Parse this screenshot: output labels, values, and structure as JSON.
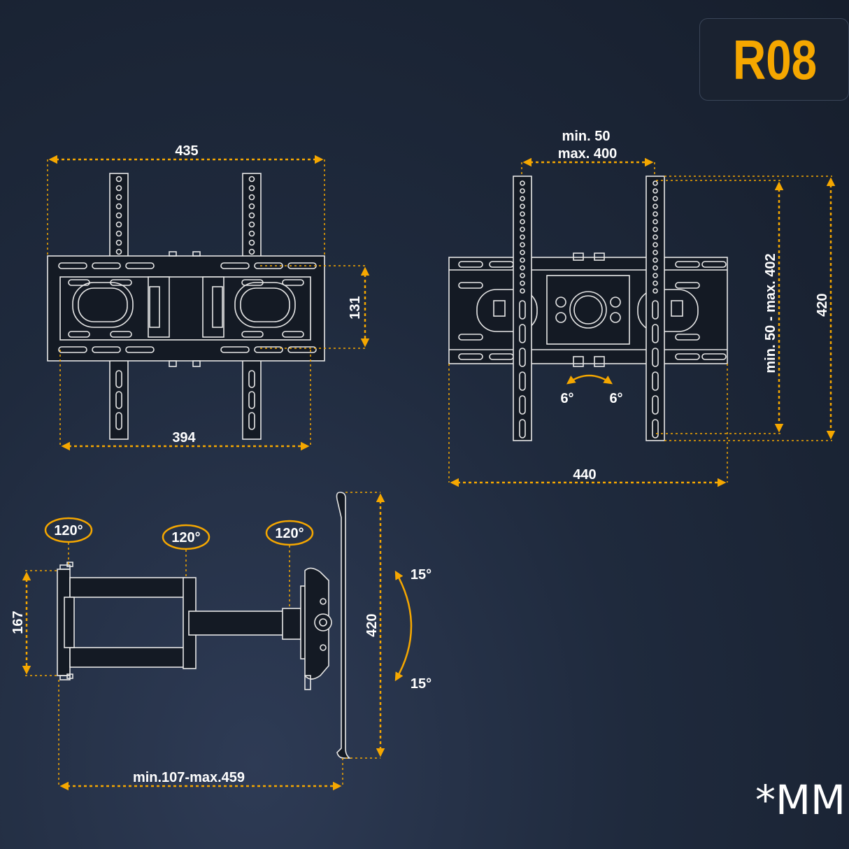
{
  "model": "R08",
  "unit_note": "*MM",
  "colors": {
    "accent": "#f5a700",
    "line": "#e6e6e6",
    "background": "#1f2a3d",
    "label": "#ffffff"
  },
  "front_view": {
    "overall_width": "435",
    "height": "131",
    "bottom_width": "394"
  },
  "back_view": {
    "vesa_horizontal_min": "min. 50",
    "vesa_horizontal_max": "max. 400",
    "vesa_vertical": "min. 50 - max. 402",
    "plate_height": "420",
    "overall_width": "440",
    "tilt_left": "6°",
    "tilt_right": "6°"
  },
  "side_view": {
    "swivel_1": "120°",
    "swivel_2": "120°",
    "swivel_3": "120°",
    "wall_plate_height": "167",
    "tv_plate_height": "420",
    "tilt_up": "15°",
    "tilt_down": "15°",
    "extension": "min.107-max.459"
  }
}
